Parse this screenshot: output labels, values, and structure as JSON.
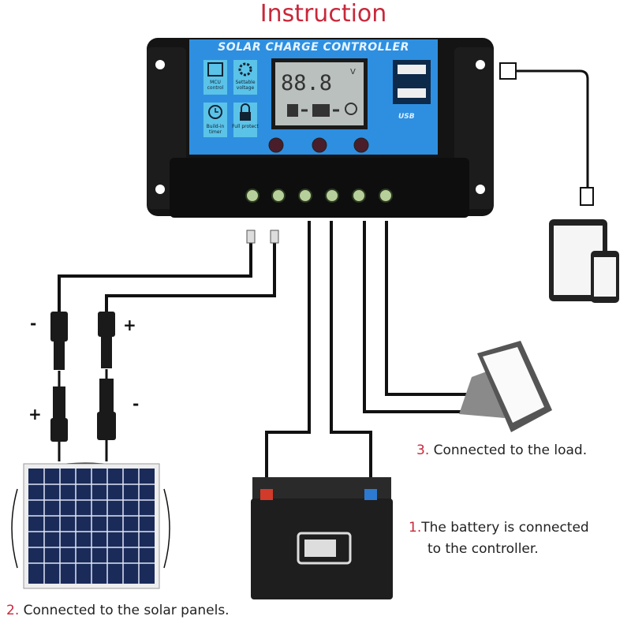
{
  "title": "Instruction",
  "controller": {
    "brand": "SOLAR CHARGE CONTROLLER",
    "lcd_reading": "88.8",
    "lcd_unit": "V",
    "features": [
      "MCU control",
      "Settable voltage",
      "Build-in timer",
      "Full protect"
    ],
    "usb_logo": "USB",
    "terminal_count": 6,
    "colors": {
      "body": "#141414",
      "panel": "#2e8fe0",
      "title": "#c8283a"
    }
  },
  "polarity": {
    "solar_top_left": "-",
    "solar_top_right": "+",
    "solar_bottom_left": "+",
    "solar_bottom_right": "-"
  },
  "captions": [
    {
      "num": "1.",
      "text": "The battery is connected",
      "text2": "to the controller."
    },
    {
      "num": "2.",
      "text": "Connected to the solar panels."
    },
    {
      "num": "3.",
      "text": "Connected to the load."
    }
  ]
}
